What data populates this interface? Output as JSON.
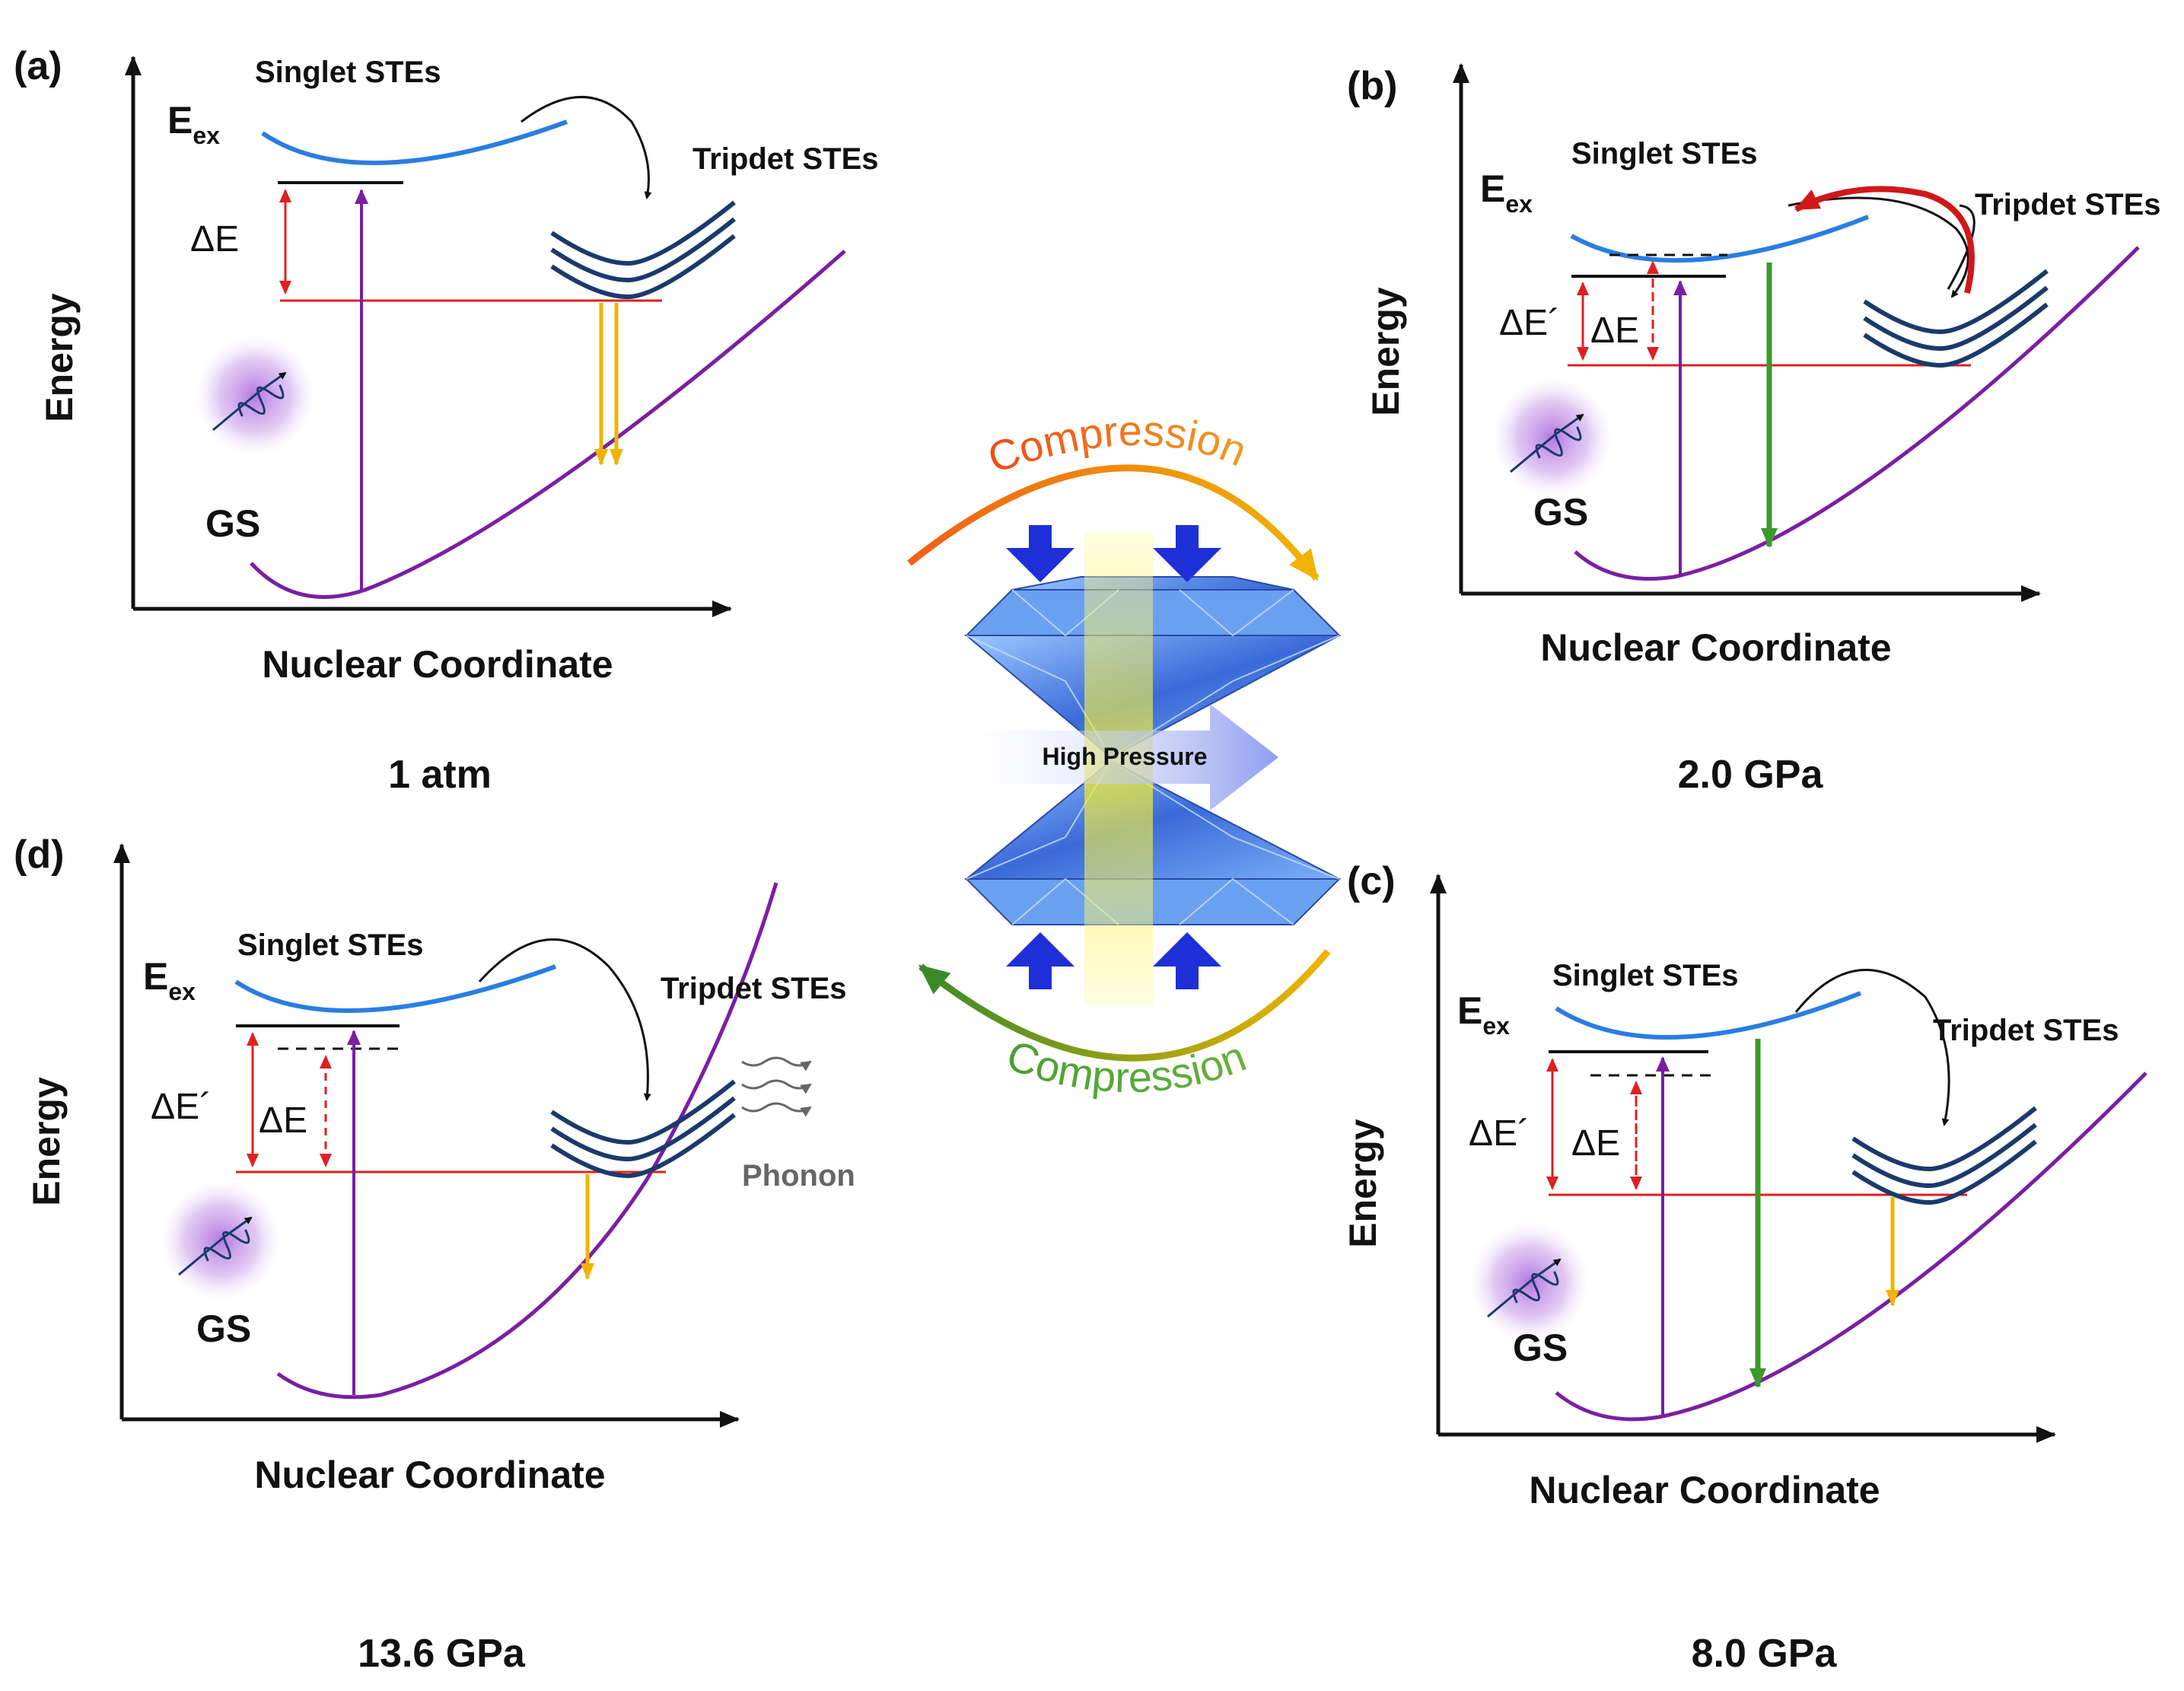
{
  "panels": {
    "a": {
      "label": "(a)",
      "pressure": "1 atm"
    },
    "b": {
      "label": "(b)",
      "pressure": "2.0 GPa"
    },
    "c": {
      "label": "(c)",
      "pressure": "8.0 GPa"
    },
    "d": {
      "label": "(d)",
      "pressure": "13.6 GPa"
    }
  },
  "labels": {
    "energy": "Energy",
    "nuclear_coordinate": "Nuclear Coordinate",
    "singlet": "Singlet STEs",
    "triplet": "Tripdet STEs",
    "eex_main": "E",
    "eex_sub": "ex",
    "gs": "GS",
    "delta_e": "ΔE",
    "delta_e_prime": "ΔE´",
    "phonon": "Phonon"
  },
  "center": {
    "compression_top": "Compression",
    "compression_bottom": "Compression",
    "high_pressure": "High Pressure"
  },
  "colors": {
    "singlet_curve": "#2a7de1",
    "triplet_curve": "#1a3a6b",
    "ground_curve": "#7a1fa2",
    "delta_line": "#e02020",
    "yellow_arrow": "#f0b400",
    "green_arrow": "#3a9a2a",
    "diamond": "#4a7fe0",
    "top_arc": "#f07a1a",
    "bottom_arc": "#4a9a2a"
  }
}
